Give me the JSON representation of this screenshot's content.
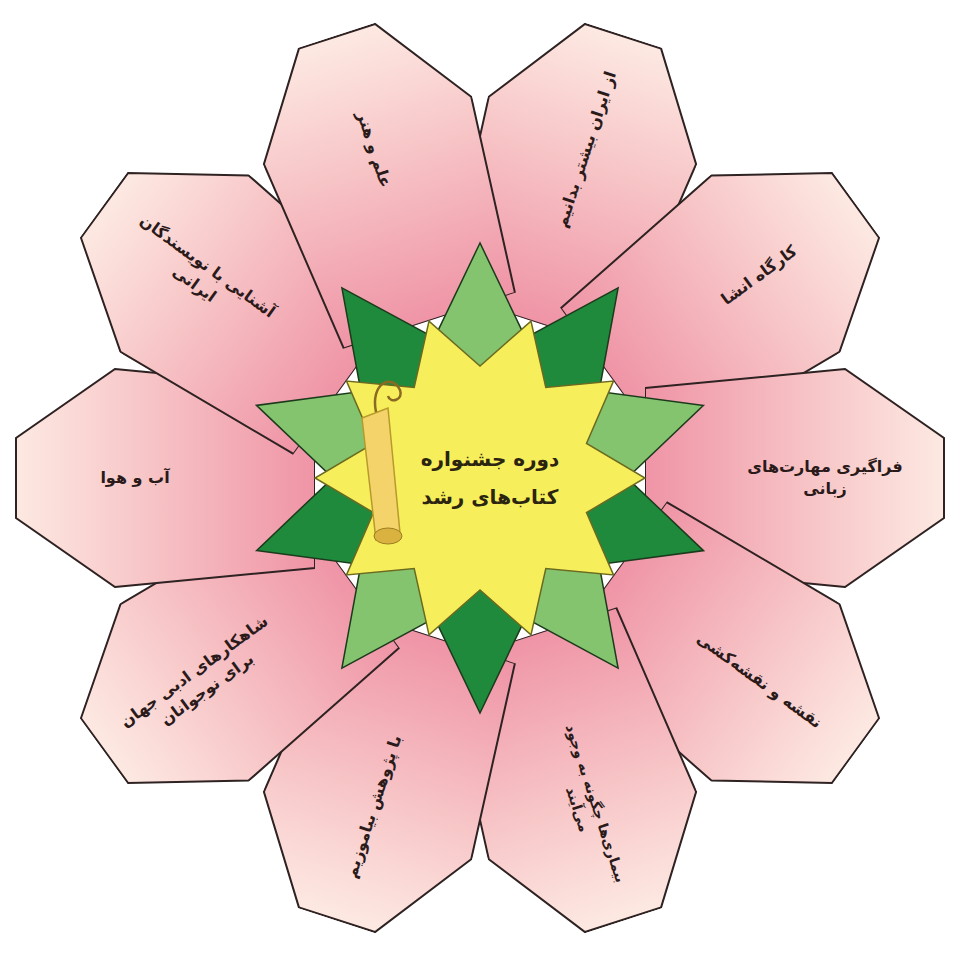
{
  "diagram": {
    "nodes": [
      {
        "text": [
          "دوره جشنواره کتاب‌های رشد"
        ]
      },
      {
        "text": [
          "از ایران بیشتر بدانیم"
        ]
      },
      {
        "text": [
          "کارگاه انشا"
        ]
      },
      {
        "text": [
          "فراگیری مهارت‌های زبانی"
        ]
      },
      {
        "text": [
          "نقشه و نقشه‌کشی"
        ]
      },
      {
        "text": [
          "بیماری‌ها چگونه به وجود می‌آیند"
        ]
      },
      {
        "text": [
          "با پژوهش بیاموزیم"
        ]
      },
      {
        "text": [
          "شاهکارهای ادبی جهان برای نوجوانان"
        ]
      },
      {
        "text": [
          "آب و هوا"
        ]
      },
      {
        "text": [
          "آشنایی با نویسندگان ایرانی"
        ]
      },
      {
        "text": [
          "علم و هنر"
        ]
      }
    ]
  }
}
